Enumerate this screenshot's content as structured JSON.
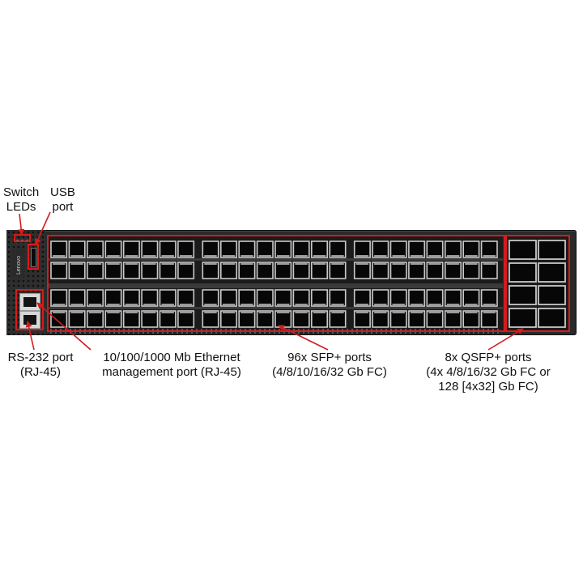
{
  "labels": {
    "switch_leds": [
      "Switch",
      "LEDs"
    ],
    "usb_port": [
      "USB",
      "port"
    ],
    "rs232_port": [
      "RS-232 port",
      "(RJ-45)"
    ],
    "ethernet_mgmt": [
      "10/100/1000 Mb Ethernet",
      "management port (RJ-45)"
    ],
    "sfp_ports": [
      "96x SFP+ ports",
      "(4/8/10/16/32 Gb FC)"
    ],
    "qsfp_ports": [
      "8x QSFP+ ports",
      "(4x 4/8/16/32 Gb FC or",
      "128 [4x32] Gb FC)"
    ]
  },
  "colors": {
    "highlight": "#d41c1c",
    "chassis": "#2a2a2a",
    "port_cage": "#c8c8c8"
  },
  "device": {
    "sfp_port_count": 96,
    "qsfp_port_count": 8
  }
}
